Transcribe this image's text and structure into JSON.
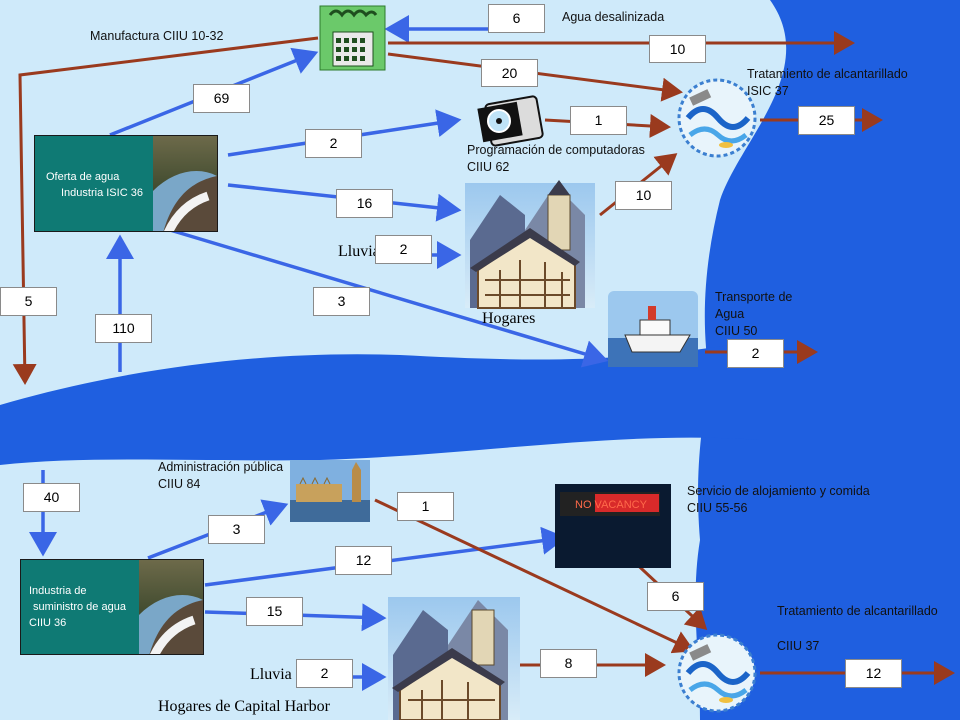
{
  "labels": {
    "manufactura": "Manufactura CIIU 10-32",
    "agua_desalinizada": "Agua desalinizada",
    "tratamiento_top_l1": "Tratamiento de alcantarillado",
    "tratamiento_top_l2": "ISIC 37",
    "programacion_l1": "Programación de computadoras",
    "programacion_l2": "CIIU 62",
    "lluvia_top": "Lluvia",
    "hogares": "Hogares",
    "transporte_l1": "Transporte de",
    "transporte_l2": "Agua",
    "transporte_l3": "CIIU 50",
    "administracion_l1": "Administración pública",
    "administracion_l2": "CIIU 84",
    "servicio_l1": "Servicio de alojamiento y comida",
    "servicio_l2": "CIIU 55-56",
    "tratamiento_bottom_l1": "Tratamiento de alcantarillado",
    "tratamiento_bottom_l2": "CIIU 37",
    "lluvia_bottom": "Lluvia",
    "hogares_capital": "Hogares de Capital Harbor"
  },
  "nodes": {
    "oferta_l1": "Oferta de agua",
    "oferta_l2": "Industria ISIC 36",
    "industria_l1": "Industria de",
    "industria_l2": "suministro de agua",
    "industria_l3": "CIIU 36",
    "vacancy_sign": "NO VACANCY"
  },
  "flows": {
    "desalinated_to_manufactura": "6",
    "manufactura_out": "10",
    "manufactura_to_tratamiento": "20",
    "oferta_to_manufactura": "69",
    "oferta_to_programacion": "2",
    "programacion_to_tratamiento": "1",
    "tratamiento_top_out": "25",
    "oferta_to_hogares": "16",
    "hogares_to_tratamiento": "10",
    "lluvia_top_to_hogares": "2",
    "manufactura_to_river_left": "5",
    "oferta_to_transporte": "3",
    "river_to_oferta": "110",
    "transporte_out": "2",
    "river_to_industria": "40",
    "admin_to_tratamiento": "1",
    "industria_to_admin": "3",
    "industria_to_servicio": "12",
    "servicio_to_tratamiento": "6",
    "industria_to_hogares_capital": "15",
    "hogares_capital_to_tratamiento": "8",
    "lluvia_bottom_to_hogares_capital": "2",
    "tratamiento_bottom_out": "12"
  },
  "colors": {
    "background": "#cfeafa",
    "water": "#1f5fe0",
    "blue_arrow": "#3a66e6",
    "red_arrow": "#9a3a1e",
    "utility_box": "#0f7a74"
  }
}
